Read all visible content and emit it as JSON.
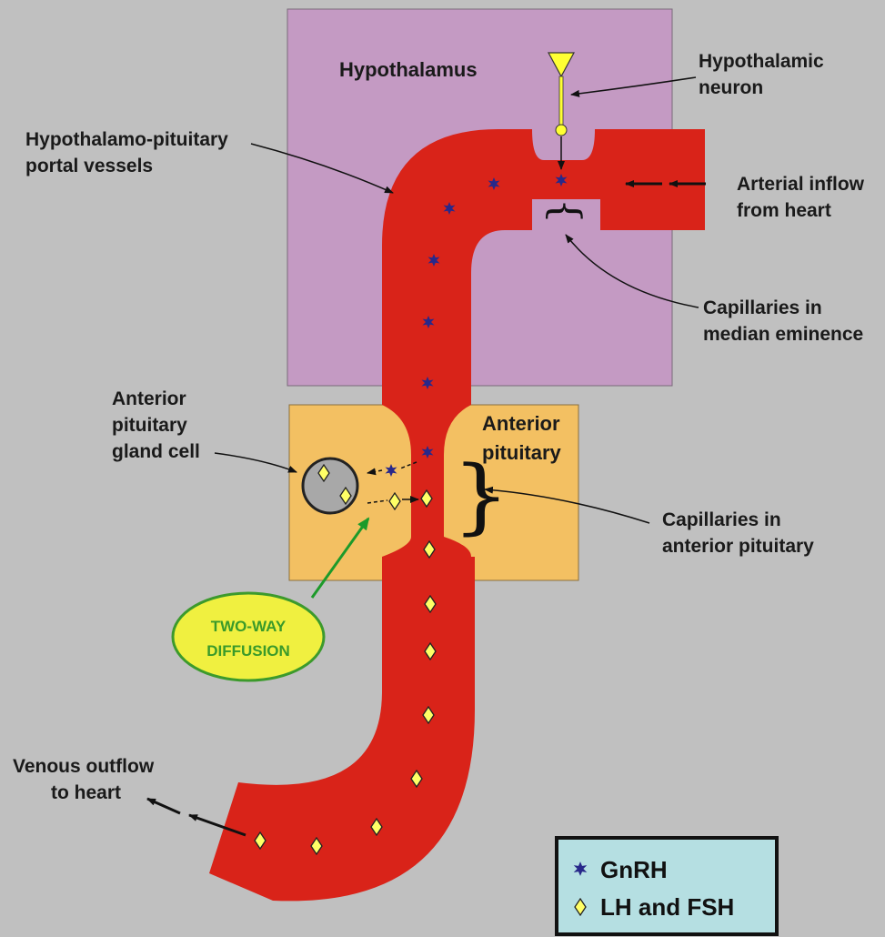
{
  "regions": {
    "hypothalamus": "Hypothalamus",
    "anterior_pituitary": [
      "Anterior",
      "pituitary"
    ]
  },
  "labels": {
    "hypothalamic_neuron": [
      "Hypothalamic",
      "neuron"
    ],
    "portal_vessels": [
      "Hypothalamo-pituitary",
      "portal vessels"
    ],
    "arterial_inflow": [
      "Arterial inflow",
      "from heart"
    ],
    "capillaries_median": [
      "Capillaries in",
      "median eminence"
    ],
    "gland_cell": [
      "Anterior",
      "pituitary",
      "gland cell"
    ],
    "capillaries_anterior": [
      "Capillaries in",
      "anterior pituitary"
    ],
    "venous_outflow": [
      "Venous outflow",
      "to heart"
    ],
    "two_way": [
      "TWO-WAY",
      "DIFFUSION"
    ]
  },
  "legend": {
    "gnrh": "GnRH",
    "lh_fsh": "LH and FSH"
  },
  "colors": {
    "background": "#c0c0c0",
    "hypothalamus": "#c49ac3",
    "pituitary": "#f3c062",
    "vessel": "#d92319",
    "gnrh": "#2a2a8c",
    "lh_fsh": "#ffff66",
    "ellipse": "#f0f040",
    "ellipse_border": "#3c9a2c",
    "legend_bg": "#b5dfe2"
  },
  "icons": {
    "gnrh_marker": "dark-blue-star-icon",
    "lh_fsh_marker": "yellow-diamond-icon"
  }
}
